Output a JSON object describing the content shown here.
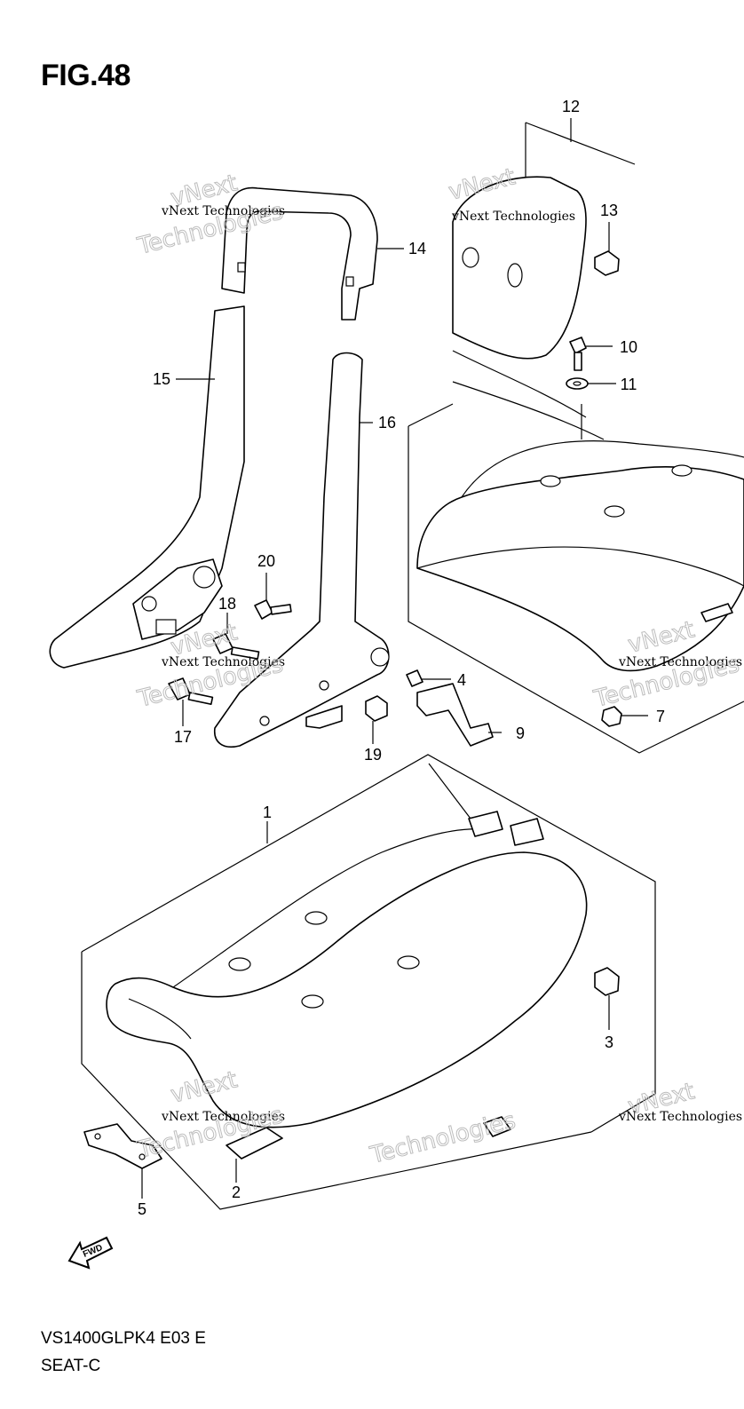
{
  "figure": {
    "title": "FIG.48"
  },
  "footer": {
    "model_code": "VS1400GLPK4 E03 E",
    "section": "SEAT-C"
  },
  "watermark": {
    "line1": "vNext Technologies",
    "line2": "vNext",
    "line3": "Technologies"
  },
  "fwd_label": "FWD",
  "callouts": [
    {
      "num": "1",
      "part": "seat"
    },
    {
      "num": "2",
      "part": "seat-cushion-clip"
    },
    {
      "num": "3",
      "part": "seat-nut"
    },
    {
      "num": "4",
      "part": "bracket-bolt"
    },
    {
      "num": "5",
      "part": "seat-bracket"
    },
    {
      "num": "7",
      "part": "rear-seat-nut"
    },
    {
      "num": "9",
      "part": "seat-bracket-hook"
    },
    {
      "num": "10",
      "part": "backrest-bolt"
    },
    {
      "num": "11",
      "part": "washer"
    },
    {
      "num": "12",
      "part": "backrest-assembly"
    },
    {
      "num": "13",
      "part": "backrest-nut"
    },
    {
      "num": "14",
      "part": "backrest-pipe"
    },
    {
      "num": "15",
      "part": "backrest-stay-left"
    },
    {
      "num": "16",
      "part": "backrest-stay-right"
    },
    {
      "num": "17",
      "part": "stay-bolt"
    },
    {
      "num": "18",
      "part": "stay-bolt-long"
    },
    {
      "num": "19",
      "part": "stay-nut"
    },
    {
      "num": "20",
      "part": "stay-bolt-short"
    }
  ]
}
